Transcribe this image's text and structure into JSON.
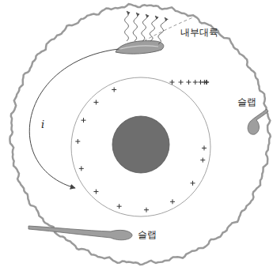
{
  "diagram": {
    "labels": [
      "내부대륙",
      "i",
      "슬랩",
      "슬랩"
    ]
  }
}
